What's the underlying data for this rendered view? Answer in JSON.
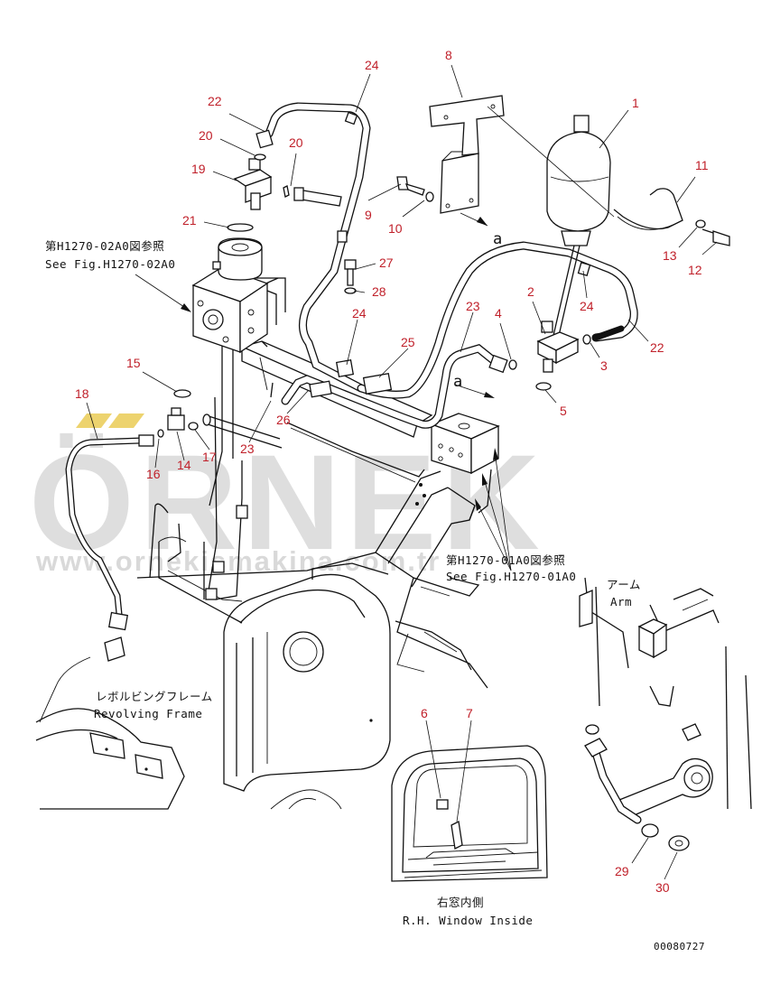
{
  "watermark": {
    "brand": "ÖRNEK",
    "url": "www.ornekismakina.com.tr"
  },
  "callouts": [
    "1",
    "2",
    "3",
    "4",
    "5",
    "6",
    "7",
    "8",
    "9",
    "10",
    "11",
    "12",
    "13",
    "14",
    "15",
    "16",
    "17",
    "18",
    "19",
    "20",
    "20",
    "21",
    "22",
    "22",
    "23",
    "23",
    "24",
    "24",
    "24",
    "25",
    "26",
    "27",
    "28",
    "29",
    "30"
  ],
  "notes": {
    "ref_upper_jp": "第H1270-02A0図参照",
    "ref_upper_en": "See Fig.H1270-02A0",
    "ref_lower_jp": "第H1270-01A0図参照",
    "ref_lower_en": "See Fig.H1270-01A0",
    "marker_a_top": "a",
    "marker_a_mid": "a",
    "arm_jp": "アーム",
    "arm_en": "Arm",
    "frame_jp": "レボルビングフレーム",
    "frame_en": "Revolving Frame",
    "window_jp": "右窓内側",
    "window_en": "R.H. Window Inside",
    "drawing_number": "00080727"
  },
  "colors": {
    "callout": "#c0202a",
    "line": "#111111",
    "watermark": "#d4d4d4",
    "watermark_accent": "#e8c84a"
  }
}
